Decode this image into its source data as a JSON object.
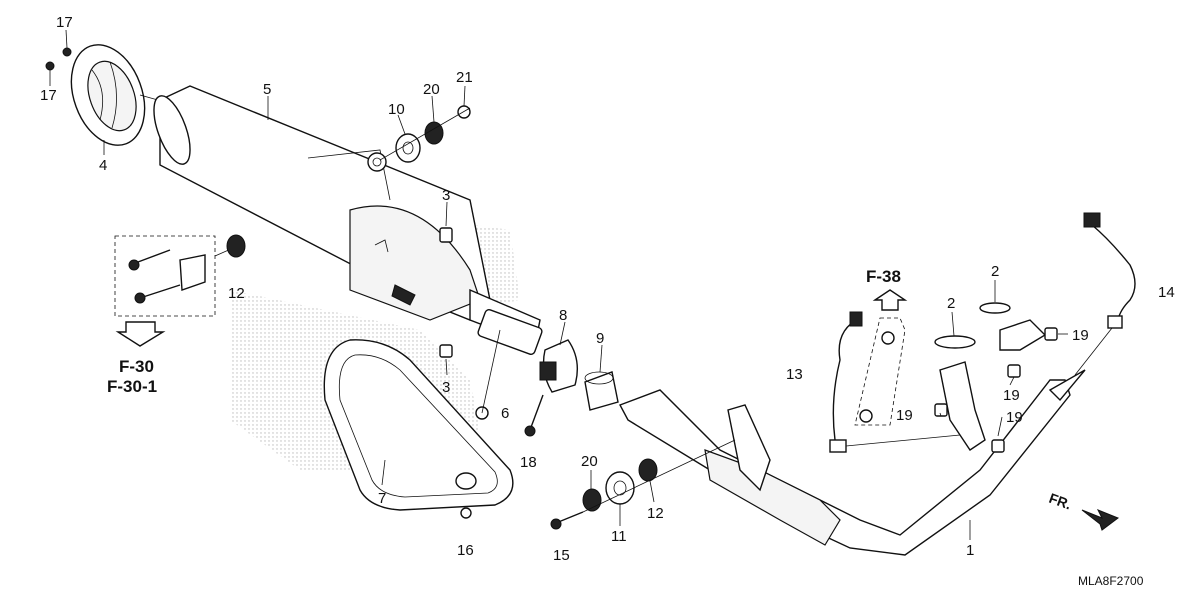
{
  "diagram_code": "MLA8F2700",
  "direction_label": "FR.",
  "reference_labels": [
    "F-38",
    "F-30",
    "F-30-1"
  ],
  "callouts": [
    {
      "id": "c17a",
      "label": "17"
    },
    {
      "id": "c17b",
      "label": "17"
    },
    {
      "id": "c4",
      "label": "4"
    },
    {
      "id": "c5",
      "label": "5"
    },
    {
      "id": "c10",
      "label": "10"
    },
    {
      "id": "c20a",
      "label": "20"
    },
    {
      "id": "c21",
      "label": "21"
    },
    {
      "id": "c3a",
      "label": "3"
    },
    {
      "id": "c3b",
      "label": "3"
    },
    {
      "id": "c12a",
      "label": "12"
    },
    {
      "id": "c8",
      "label": "8"
    },
    {
      "id": "c9",
      "label": "9"
    },
    {
      "id": "c6",
      "label": "6"
    },
    {
      "id": "c7",
      "label": "7"
    },
    {
      "id": "c18",
      "label": "18"
    },
    {
      "id": "c16",
      "label": "16"
    },
    {
      "id": "c20b",
      "label": "20"
    },
    {
      "id": "c11",
      "label": "11"
    },
    {
      "id": "c12b",
      "label": "12"
    },
    {
      "id": "c15",
      "label": "15"
    },
    {
      "id": "c13",
      "label": "13"
    },
    {
      "id": "c2a",
      "label": "2"
    },
    {
      "id": "c2b",
      "label": "2"
    },
    {
      "id": "c14",
      "label": "14"
    },
    {
      "id": "c19a",
      "label": "19"
    },
    {
      "id": "c19b",
      "label": "19"
    },
    {
      "id": "c19c",
      "label": "19"
    },
    {
      "id": "c19d",
      "label": "19"
    },
    {
      "id": "c1",
      "label": "1"
    }
  ]
}
